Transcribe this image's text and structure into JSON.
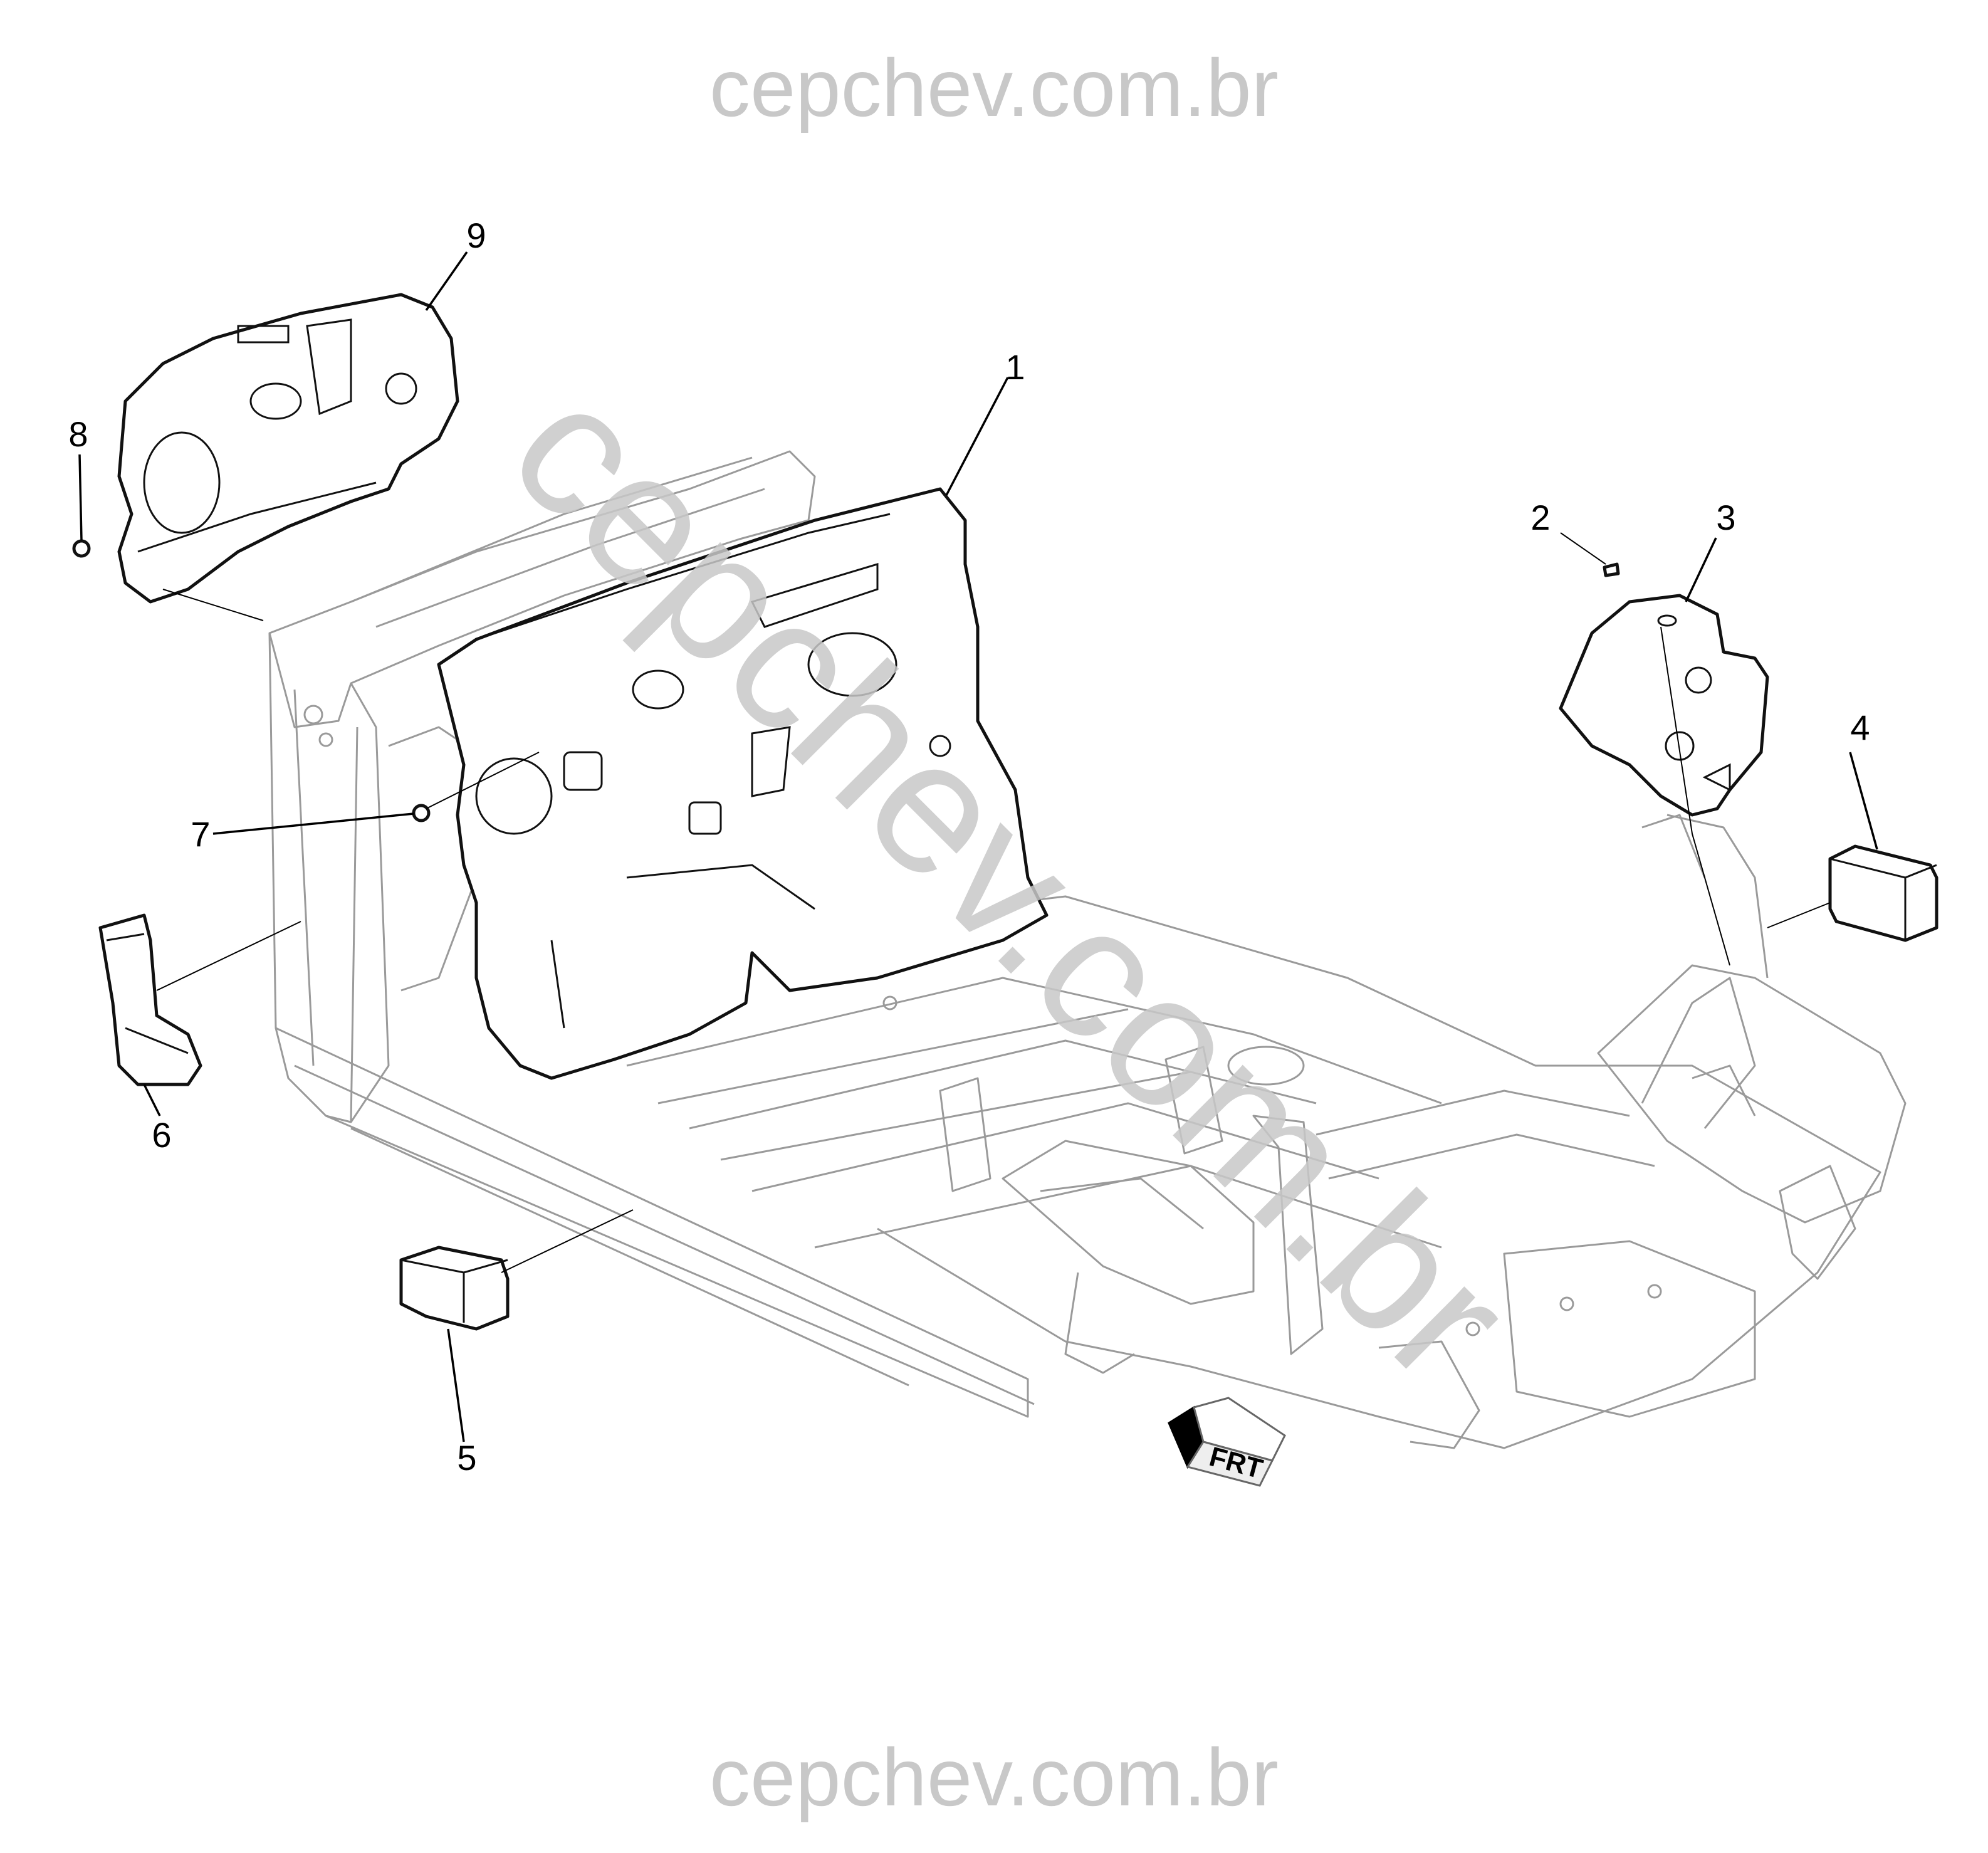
{
  "watermark": {
    "top_text": "cepchev.com.br",
    "bottom_text": "cepchev.com.br",
    "diagonal_text": "cepchev.com.br"
  },
  "callouts": {
    "c1": "1",
    "c2": "2",
    "c3": "3",
    "c4": "4",
    "c5": "5",
    "c6": "6",
    "c7": "7",
    "c8": "8",
    "c9": "9"
  },
  "direction_indicator": {
    "label": "FRT"
  }
}
